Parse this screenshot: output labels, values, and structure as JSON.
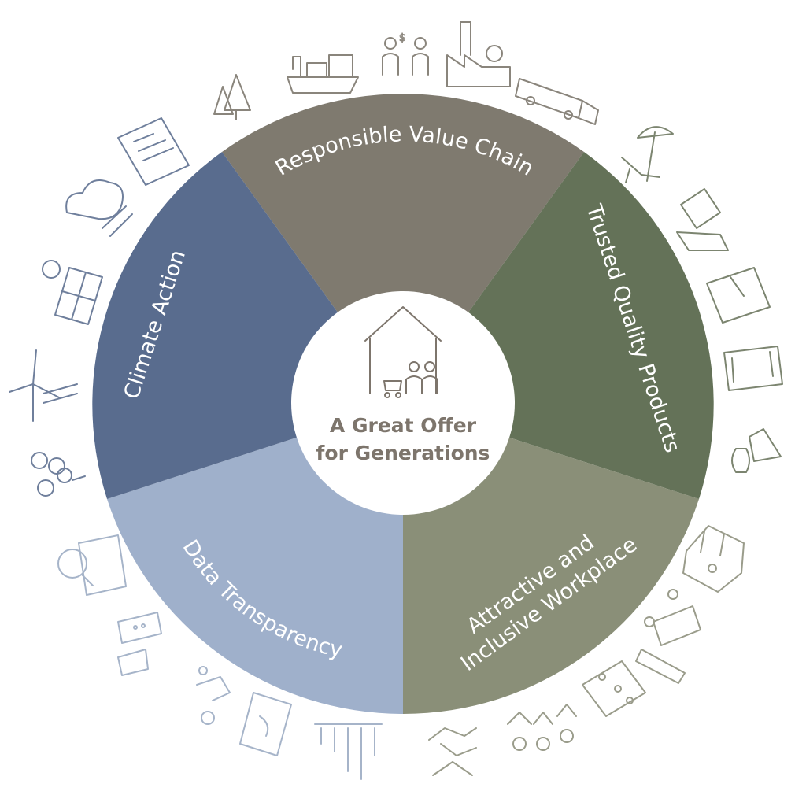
{
  "diagram": {
    "center": {
      "line1": "A Great Offer",
      "line2": "for Generations"
    },
    "segments": [
      {
        "label": "Responsible Value Chain",
        "color": "#7f7a6f"
      },
      {
        "label": "Trusted Quality Products",
        "color": "#647258"
      },
      {
        "label": "Attractive and",
        "label2": "Inclusive Workplace",
        "color": "#8a8f78"
      },
      {
        "label": "Data Transparency",
        "color": "#9fb0cb"
      },
      {
        "label": "Climate Action",
        "color": "#596c8e"
      }
    ],
    "icon_colors": {
      "value_chain": "#8a857c",
      "products": "#7c8570",
      "workplace": "#9a9c8b",
      "data": "#a6b4c9",
      "climate": "#6f7f9c"
    }
  }
}
